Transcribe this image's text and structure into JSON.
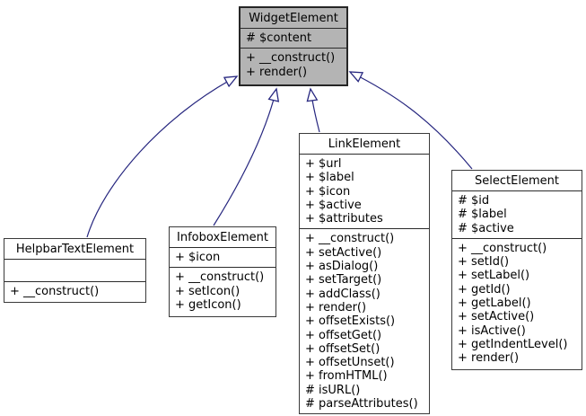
{
  "diagram": {
    "type": "uml-class-inheritance",
    "classes": [
      {
        "name": "WidgetElement",
        "highlighted": true,
        "attributes": [
          "# $content"
        ],
        "methods": [
          "+ __construct()",
          "+ render()"
        ]
      },
      {
        "name": "HelpbarTextElement",
        "highlighted": false,
        "attributes": [],
        "methods": [
          "+ __construct()"
        ]
      },
      {
        "name": "InfoboxElement",
        "highlighted": false,
        "attributes": [
          "+ $icon"
        ],
        "methods": [
          "+ __construct()",
          "+ setIcon()",
          "+ getIcon()"
        ]
      },
      {
        "name": "LinkElement",
        "highlighted": false,
        "attributes": [
          "+ $url",
          "+ $label",
          "+ $icon",
          "+ $active",
          "+ $attributes"
        ],
        "methods": [
          "+ __construct()",
          "+ setActive()",
          "+ asDialog()",
          "+ setTarget()",
          "+ addClass()",
          "+ render()",
          "+ offsetExists()",
          "+ offsetGet()",
          "+ offsetSet()",
          "+ offsetUnset()",
          "+ fromHTML()",
          "# isURL()",
          "# parseAttributes()"
        ]
      },
      {
        "name": "SelectElement",
        "highlighted": false,
        "attributes": [
          "# $id",
          "# $label",
          "# $active"
        ],
        "methods": [
          "+ __construct()",
          "+ setId()",
          "+ setLabel()",
          "+ getId()",
          "+ getLabel()",
          "+ setActive()",
          "+ isActive()",
          "+ getIndentLevel()",
          "+ render()"
        ]
      }
    ],
    "edges": [
      {
        "from": "HelpbarTextElement",
        "to": "WidgetElement",
        "relation": "inheritance"
      },
      {
        "from": "InfoboxElement",
        "to": "WidgetElement",
        "relation": "inheritance"
      },
      {
        "from": "LinkElement",
        "to": "WidgetElement",
        "relation": "inheritance"
      },
      {
        "from": "SelectElement",
        "to": "WidgetElement",
        "relation": "inheritance"
      }
    ],
    "colors": {
      "highlight_fill": "#b4b4b4",
      "node_fill": "#ffffff",
      "node_border": "#3a3a3a",
      "edge": "#26267f",
      "text": "#000000",
      "background": "#ffffff"
    }
  }
}
